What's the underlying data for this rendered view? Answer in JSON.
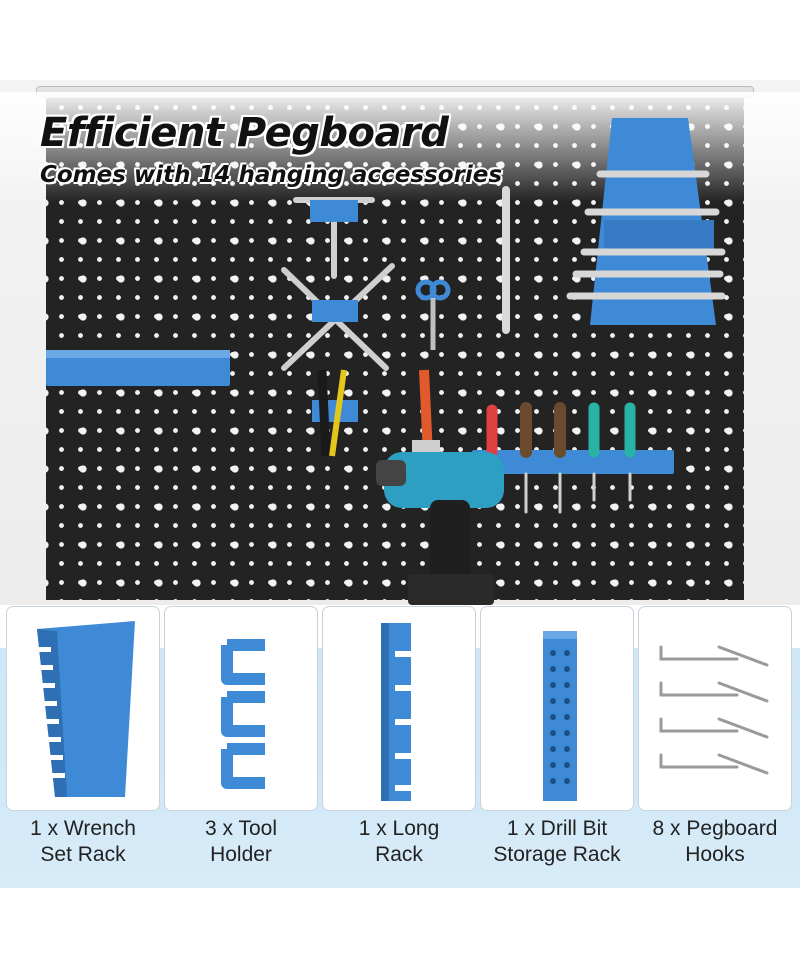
{
  "header": {
    "title": "Efficient Pegboard",
    "subtitle": "Comes with 14 hanging accessories"
  },
  "colors": {
    "accent_blue": "#3f8ad6",
    "board_black": "#232323",
    "band_blue": "#cfe6f6"
  },
  "accessories": [
    {
      "line1": "1 x Wrench",
      "line2": "Set Rack",
      "icon": "wrench-set-rack-icon"
    },
    {
      "line1": "3 x Tool",
      "line2": "Holder",
      "icon": "tool-holder-icon"
    },
    {
      "line1": "1 x Long",
      "line2": "Rack",
      "icon": "long-rack-icon"
    },
    {
      "line1": "1 x Drill Bit",
      "line2": "Storage Rack",
      "icon": "drill-bit-rack-icon"
    },
    {
      "line1": "8 x Pegboard",
      "line2": "Hooks",
      "icon": "pegboard-hooks-icon"
    }
  ]
}
